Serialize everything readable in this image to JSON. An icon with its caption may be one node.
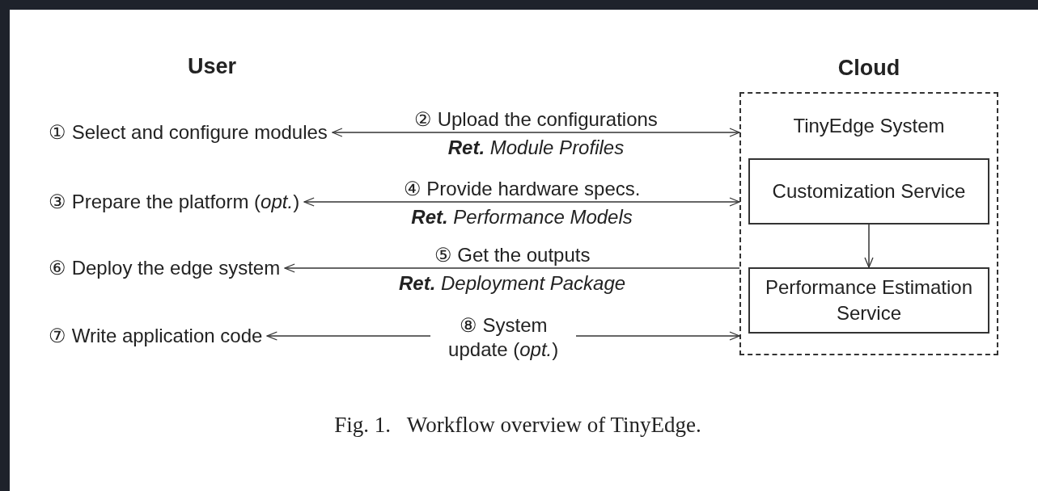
{
  "diagram": {
    "caption": "Fig. 1.   Workflow overview of TinyEdge.",
    "nodes": [
      {
        "text": [
          "① Select and configure modules"
        ]
      },
      {
        "text": [
          "③ Prepare the platform (*opt.*)"
        ]
      },
      {
        "text": [
          "⑥ Deploy the edge system"
        ]
      },
      {
        "text": [
          "⑦ Write application code"
        ]
      },
      {
        "text": [
          "Cloud",
          "TinyEdge System"
        ]
      },
      {
        "text": [
          "Customization Service"
        ],
        "in": 4
      },
      {
        "text": [
          "Performance Estimation Service"
        ],
        "in": 4
      }
    ],
    "edges": [
      {
        "from": 0,
        "to": 4,
        "arrow": "both",
        "label": "② Upload the configurations"
      },
      {
        "from": 1,
        "to": 4,
        "arrow": "both",
        "label": "④ Provide hardware specs."
      },
      {
        "from": 4,
        "to": 2,
        "arrow": "to",
        "label": "⑤ Get the outputs"
      },
      {
        "from": 3,
        "to": 4,
        "arrow": "both",
        "label": "⑧ System update (*opt.*)"
      },
      {
        "from": 5,
        "to": 6,
        "arrow": "to"
      }
    ],
    "labels": [
      "User",
      "**Ret.** Module Profiles",
      "**Ret.** Performance Models",
      "**Ret.** Deployment Package"
    ]
  }
}
